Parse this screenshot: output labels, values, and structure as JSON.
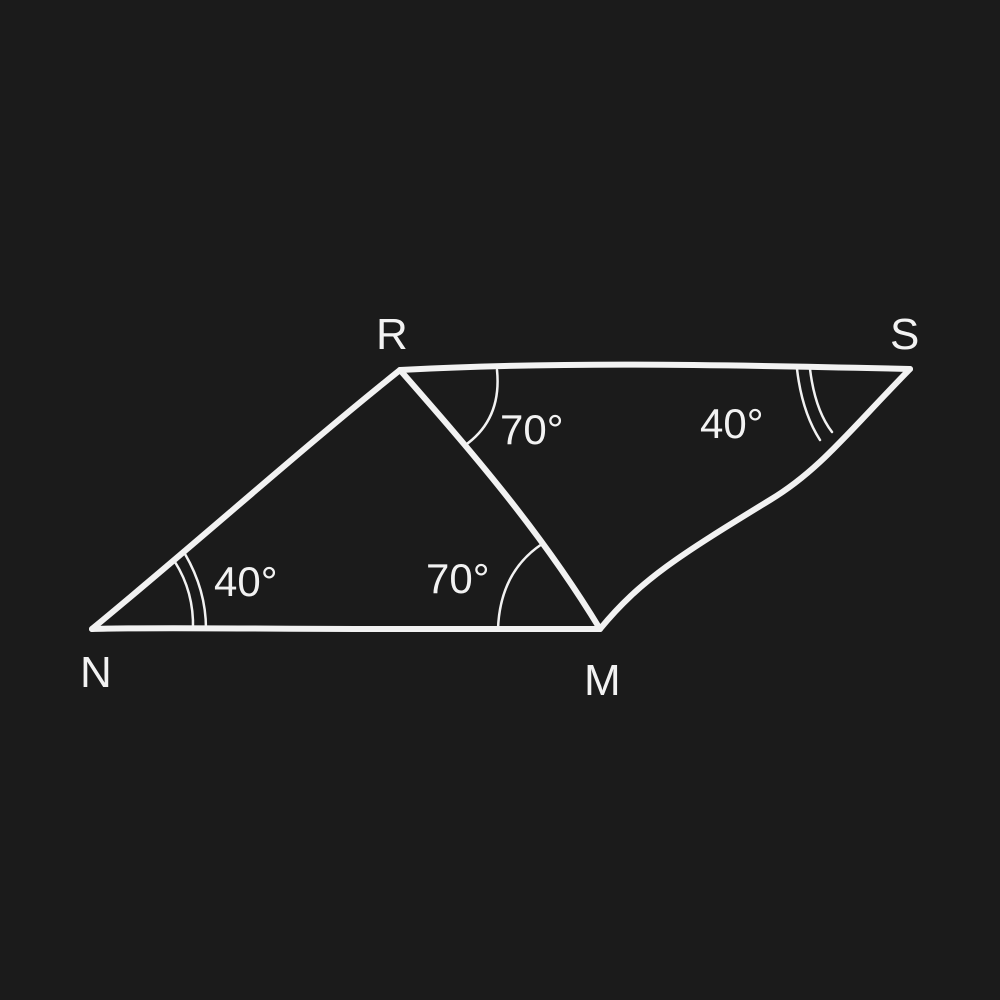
{
  "vertices": {
    "R": "R",
    "S": "S",
    "N": "N",
    "M": "M"
  },
  "angles": {
    "angle_N": "40°",
    "angle_M": "70°",
    "angle_R": "70°",
    "angle_S": "40°"
  },
  "colors": {
    "background": "#1b1b1b",
    "stroke": "#f2f2f2"
  }
}
